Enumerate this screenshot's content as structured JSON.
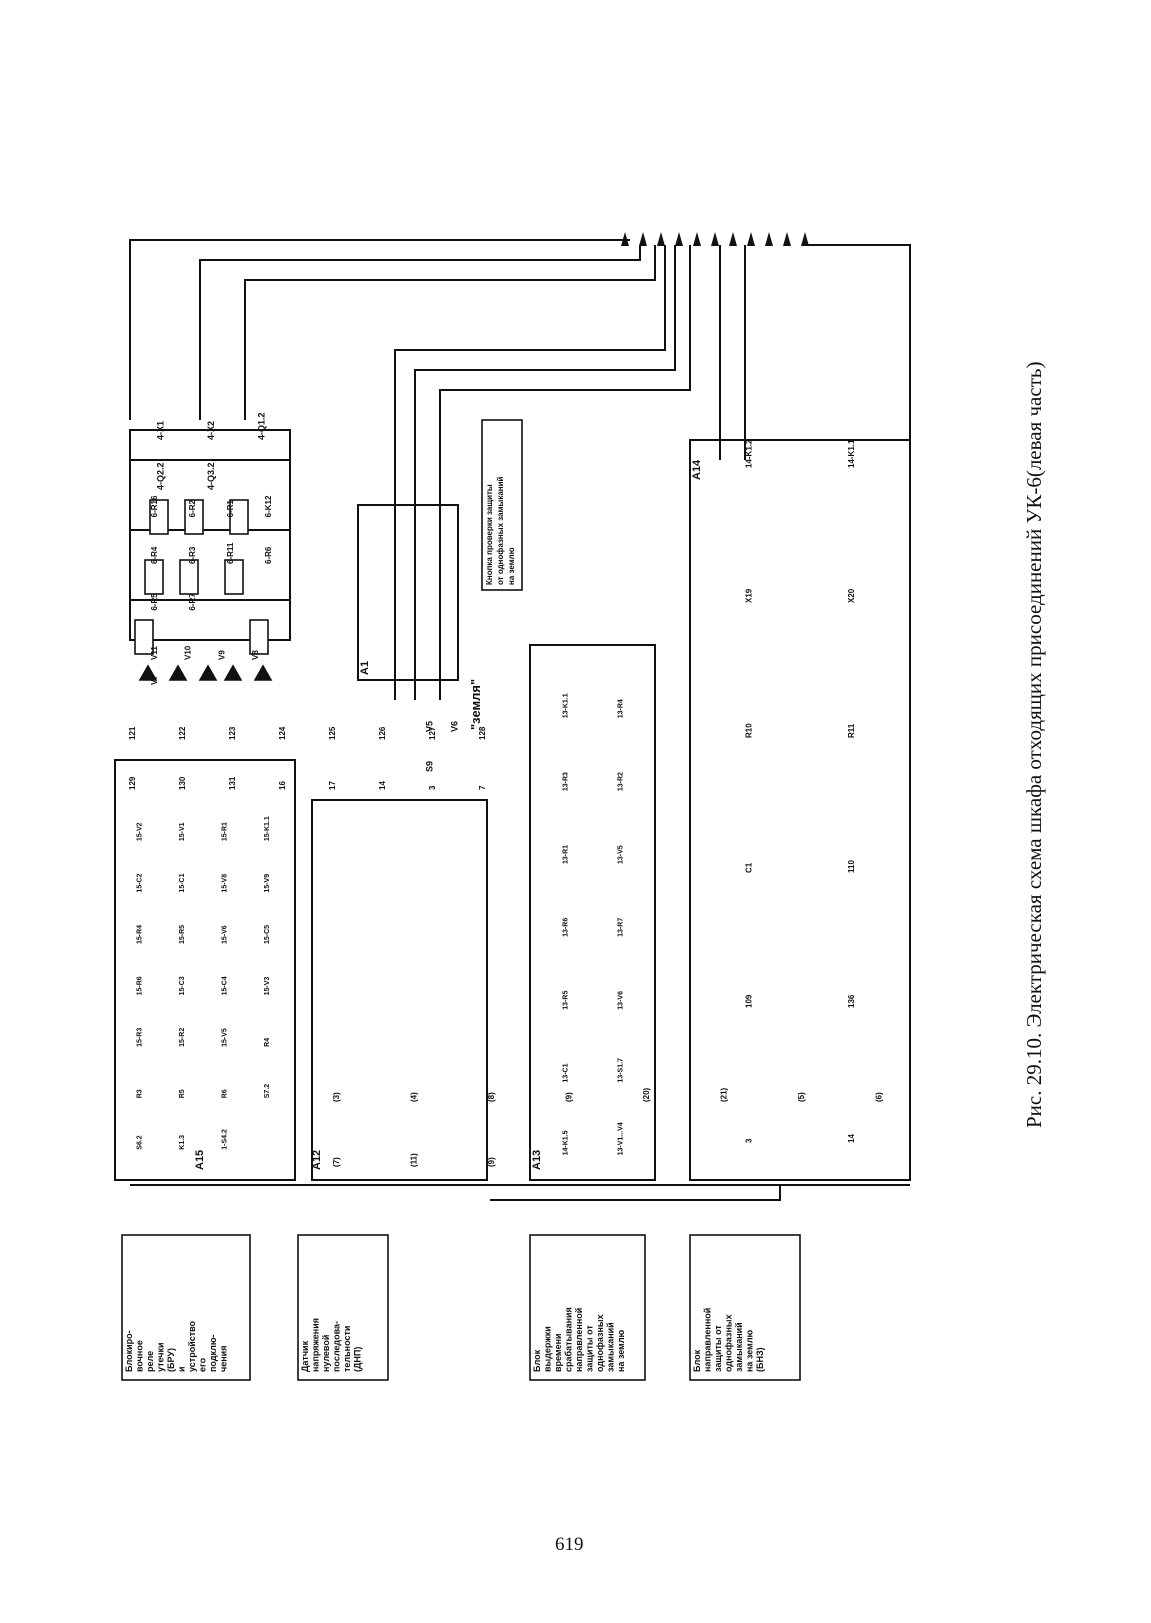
{
  "caption": "Рис. 29.10. Электрическая  схема шкафа отходящих присоединений УК-6(левая часть)",
  "page_number": "619",
  "blocks": [
    {
      "id": "A15",
      "label": "Блокиро-\nвочное\nреле\nутечки\n(БРУ)\nи\nустройство\nего\nподклю-\nчения"
    },
    {
      "id": "A12",
      "label": "Датчик\nнапряжения\nнулевой\nпоследова-\nтельности\n(ДНП)"
    },
    {
      "id": "A13",
      "label": "Блок\nвыдержки\nвремени\nсрабатывания\nнаправленной\nзащиты от\nоднофазных\nзамыканий\nна землю"
    },
    {
      "id": "A14",
      "label": "Блок\nнаправленной\nзащиты от\nоднофазных\nзамыканий\nна землю\n(БНЗ)"
    }
  ],
  "test_button_label": "Кнопка проверки защиты\nот однофазных замыканий\nна землю",
  "zemlya_label": "\"земля\"",
  "frame_ids": [
    "A15",
    "A12",
    "A13",
    "A14",
    "A1"
  ],
  "phase_connectors": [
    "4-X1",
    "4-X2",
    "4-Q1.2",
    "4-Q2.2",
    "4-Q3.2"
  ],
  "resistors_top": [
    "6-R16",
    "6-R2",
    "6-R1",
    "6-K12",
    "6-R4",
    "6-R3",
    "6-R11",
    "6-R6",
    "6-R5",
    "6-R7"
  ],
  "diodes_top": [
    "V11",
    "V10",
    "V9",
    "V8",
    "V7"
  ],
  "bru_components": [
    "15-V2",
    "15-V1",
    "15-R1",
    "15-K1.1",
    "15-C2",
    "15-C1",
    "15-V8",
    "15-V9",
    "15-R4",
    "15-R5",
    "15-V6",
    "15-C5",
    "15-R6",
    "15-C3",
    "15-C4",
    "15-V3",
    "15-R3",
    "15-R2",
    "15-V5",
    "R4",
    "R3",
    "R5",
    "R6",
    "S7.2",
    "S6.2",
    "K1.3",
    "1-S4.2"
  ],
  "wire_numbers": [
    "121",
    "122",
    "123",
    "124",
    "125",
    "126",
    "127",
    "128",
    "129",
    "130",
    "131",
    "16",
    "17",
    "14",
    "3",
    "7"
  ],
  "node_numbers": [
    "(3)",
    "(4)",
    "(8)",
    "(9)",
    "(20)",
    "(21)",
    "(5)",
    "(6)",
    "(7)",
    "(11)",
    "(9)"
  ],
  "dnp_components": [
    "V5",
    "V6",
    "S9"
  ],
  "a13_components": [
    "13-K1.1",
    "13-R4",
    "13-R3",
    "13-R2",
    "13-R1",
    "13-V5",
    "13-R6",
    "13-R7",
    "13-R5",
    "13-V6",
    "13-C1",
    "13-S1.7",
    "14-K1.5",
    "13-V1...V4"
  ],
  "bnz_components": [
    "14-K1.2",
    "14-K1.1",
    "X19",
    "X20",
    "R10",
    "R11",
    "C1",
    "110",
    "109",
    "136",
    "3",
    "14"
  ],
  "outputs_count": 11
}
